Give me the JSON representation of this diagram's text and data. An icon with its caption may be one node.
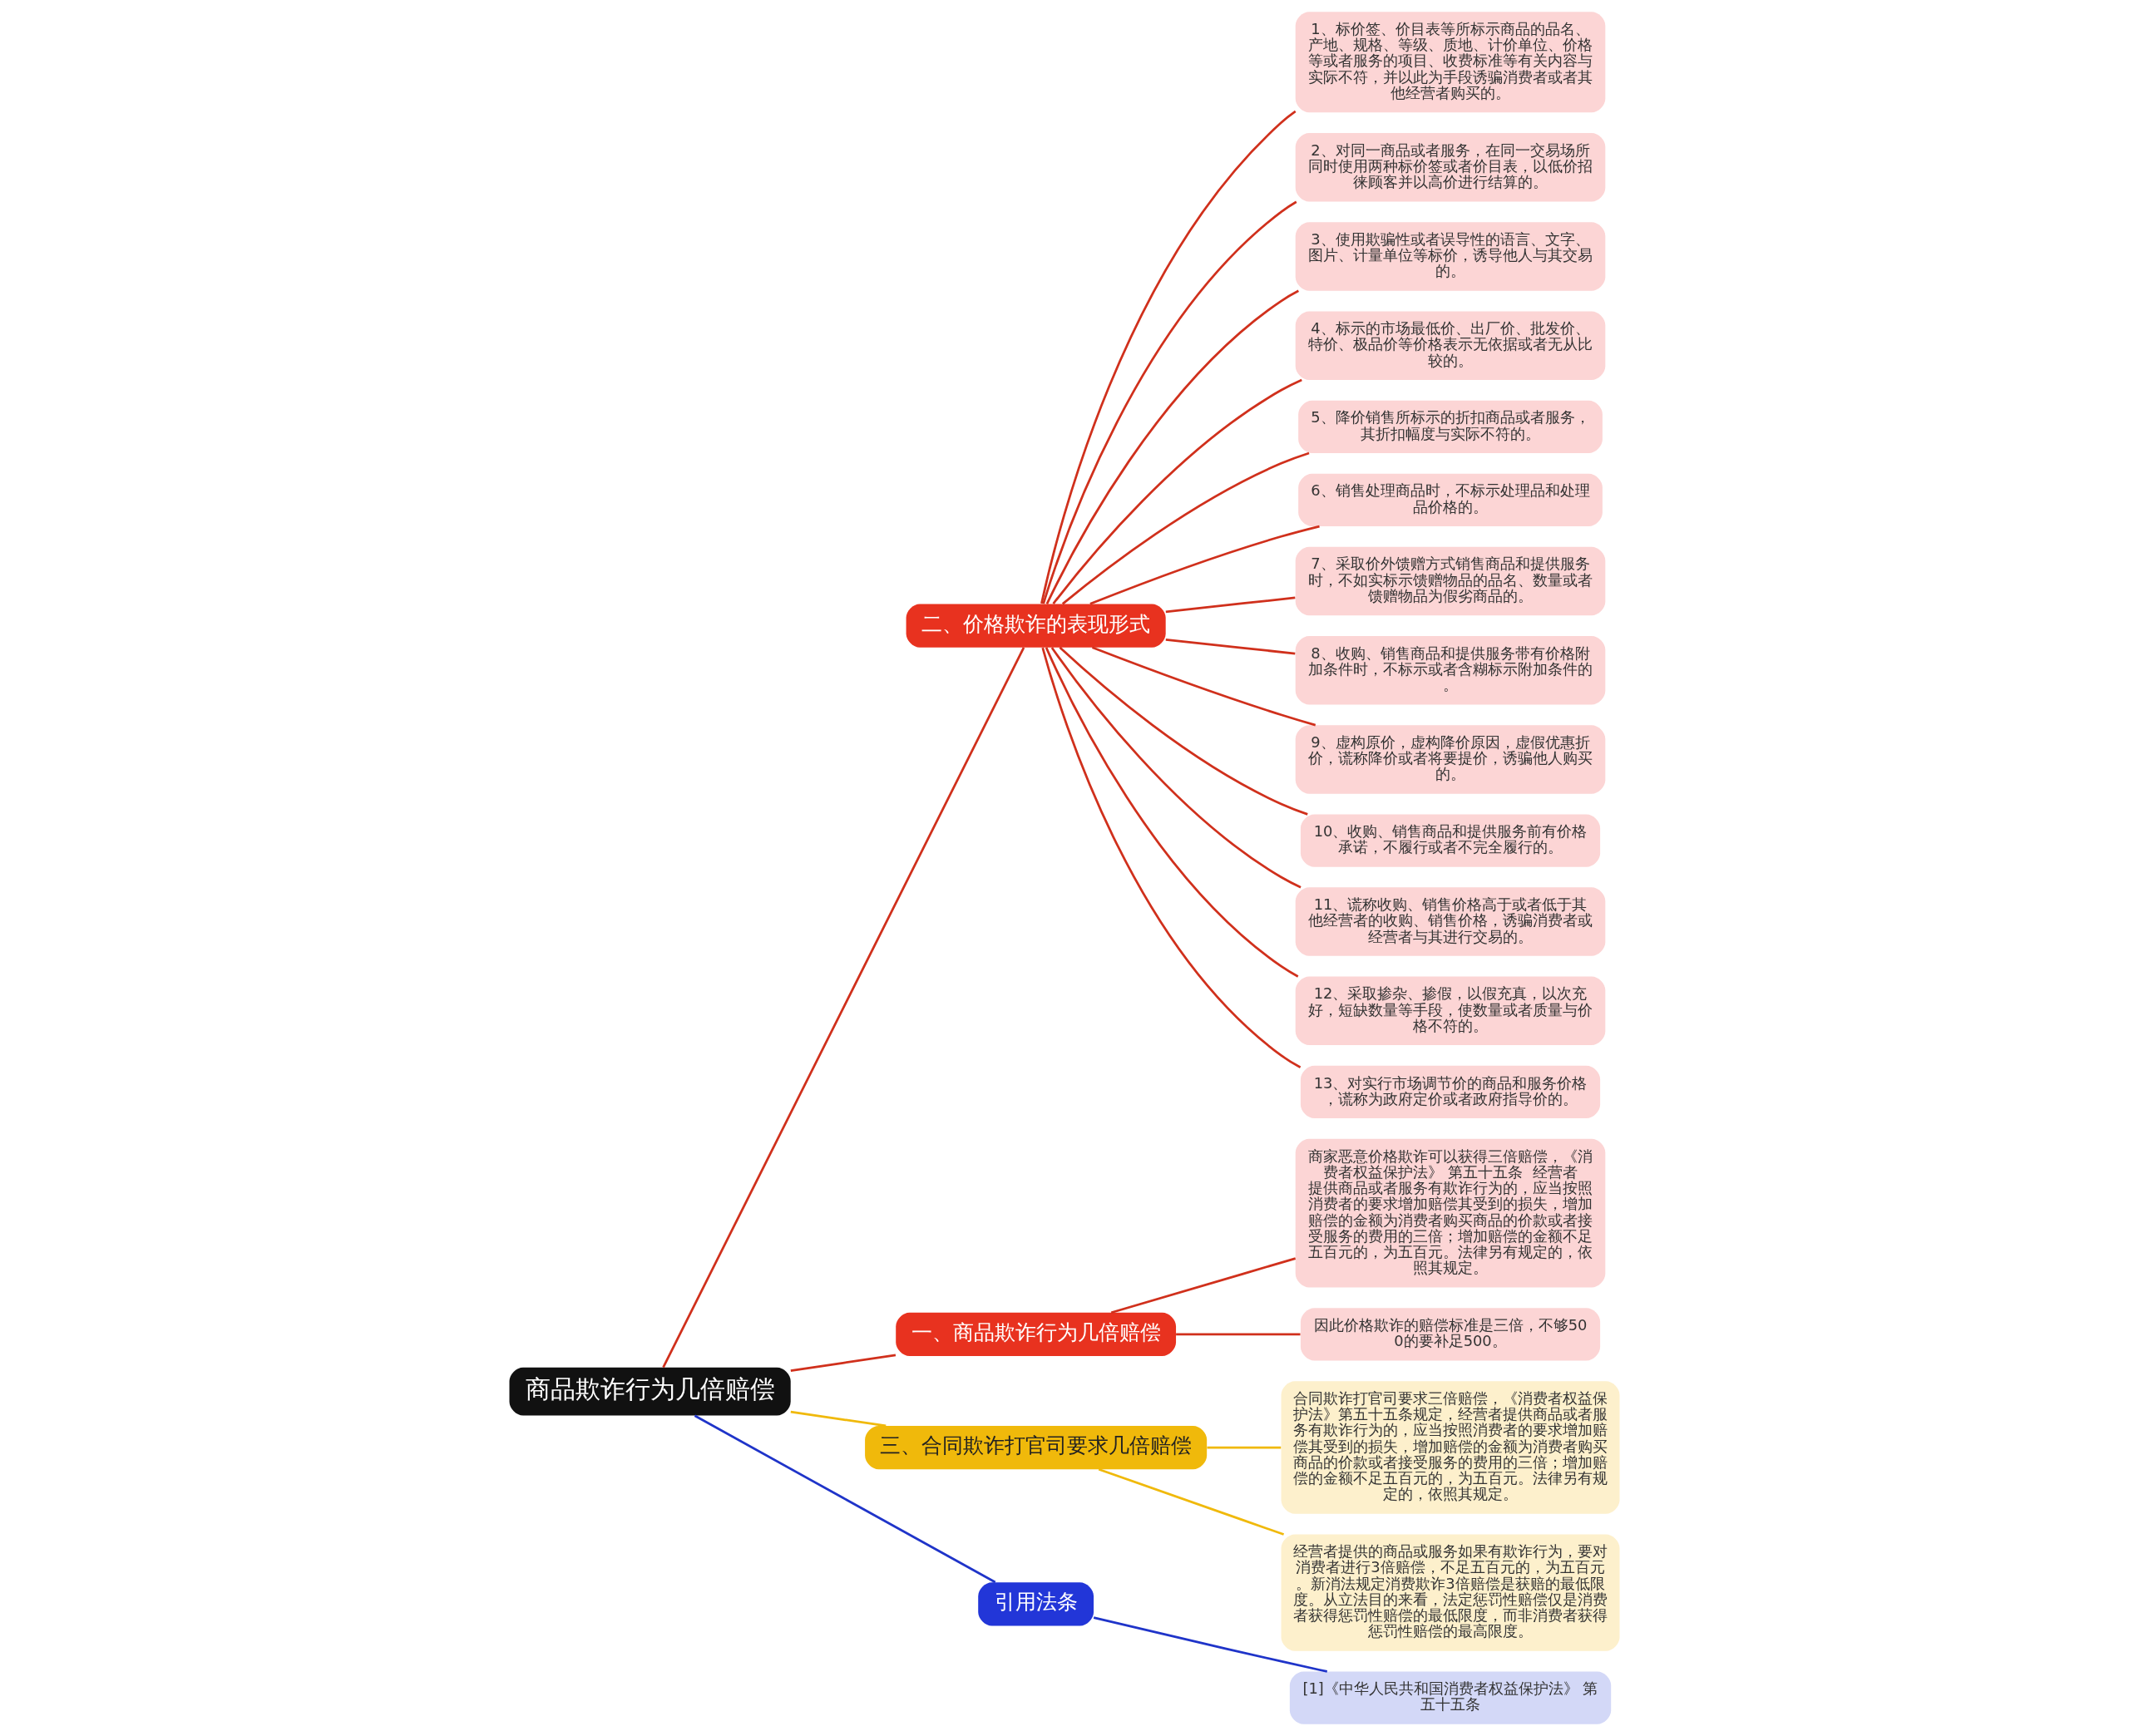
{
  "diagram": {
    "nodes": [
      {
        "text": [
          "商品欺诈行为几倍赔偿"
        ]
      },
      {
        "text": [
          "二、价格欺诈的表现形式"
        ]
      },
      {
        "text": [
          "1、标价签、价目表等所标示商品的品名、产地、规格、等级、质地、计价单位、价格等或者服务的项目、收费标准等有关内容与实际不符，并以此为手段诱骗消费者或者其他经营者购买的。"
        ]
      },
      {
        "text": [
          "2、对同一商品或者服务，在同一交易场所同时使用两种标价签或者价目表，以低价招徕顾客并以高价进行结算的。"
        ]
      },
      {
        "text": [
          "3、使用欺骗性或者误导性的语言、文字、图片、计量单位等标价，诱导他人与其交易的。"
        ]
      },
      {
        "text": [
          "4、标示的市场最低价、出厂价、批发价、特价、极品价等价格表示无依据或者无从比较的。"
        ]
      },
      {
        "text": [
          "5、降价销售所标示的折扣商品或者服务，其折扣幅度与实际不符的。"
        ]
      },
      {
        "text": [
          "6、销售处理商品时，不标示处理品和处理品价格的。"
        ]
      },
      {
        "text": [
          "7、采取价外馈赠方式销售商品和提供服务时，不如实标示馈赠物品的品名、数量或者馈赠物品为假劣商品的。"
        ]
      },
      {
        "text": [
          "8、收购、销售商品和提供服务带有价格附加条件时，不标示或者含糊标示附加条件的。"
        ]
      },
      {
        "text": [
          "9、虚构原价，虚构降价原因，虚假优惠折价，谎称降价或者将要提价，诱骗他人购买的。"
        ]
      },
      {
        "text": [
          "10、收购、销售商品和提供服务前有价格承诺，不履行或者不完全履行的。"
        ]
      },
      {
        "text": [
          "11、谎称收购、销售价格高于或者低于其他经营者的收购、销售价格，诱骗消费者或经营者与其进行交易的。"
        ]
      },
      {
        "text": [
          "12、采取掺杂、掺假，以假充真，以次充好，短缺数量等手段，使数量或者质量与价格不符的。"
        ]
      },
      {
        "text": [
          "13、对实行市场调节价的商品和服务价格，谎称为政府定价或者政府指导价的。"
        ]
      },
      {
        "text": [
          "一、商品欺诈行为几倍赔偿"
        ]
      },
      {
        "text": [
          "商家恶意价格欺诈可以获得三倍赔偿，《消费者权益保护法》 第五十五条  经营者提供商品或者服务有欺诈行为的，应当按照消费者的要求增加赔偿其受到的损失，增加赔偿的金额为消费者购买商品的价款或者接受服务的费用的三倍；增加赔偿的金额不足五百元的，为五百元。法律另有规定的，依照其规定。"
        ]
      },
      {
        "text": [
          "因此价格欺诈的赔偿标准是三倍，不够500的要补足500。"
        ]
      },
      {
        "text": [
          "三、合同欺诈打官司要求几倍赔偿"
        ]
      },
      {
        "text": [
          "合同欺诈打官司要求三倍赔偿，《消费者权益保护法》第五十五条规定，经营者提供商品或者服务有欺诈行为的，应当按照消费者的要求增加赔偿其受到的损失，增加赔偿的金额为消费者购买商品的价款或者接受服务的费用的三倍；增加赔偿的金额不足五百元的，为五百元。法律另有规定的，依照其规定。"
        ]
      },
      {
        "text": [
          "经营者提供的商品或服务如果有欺诈行为，要对消费者进行3倍赔偿，不足五百元的，为五百元。新消法规定消费欺诈3倍赔偿是获赔的最低限度。从立法目的来看，法定惩罚性赔偿仅是消费者获得惩罚性赔偿的最低限度，而非消费者获得惩罚性赔偿的最高限度。"
        ]
      },
      {
        "text": [
          "引用法条"
        ]
      },
      {
        "text": [
          "[1]《中华人民共和国消费者权益保护法》 第五十五条"
        ]
      }
    ],
    "edges": [
      {
        "from": 0,
        "to": 1,
        "arrow": "none"
      },
      {
        "from": 1,
        "to": 2,
        "arrow": "none"
      },
      {
        "from": 1,
        "to": 3,
        "arrow": "none"
      },
      {
        "from": 1,
        "to": 4,
        "arrow": "none"
      },
      {
        "from": 1,
        "to": 5,
        "arrow": "none"
      },
      {
        "from": 1,
        "to": 6,
        "arrow": "none"
      },
      {
        "from": 1,
        "to": 7,
        "arrow": "none"
      },
      {
        "from": 1,
        "to": 8,
        "arrow": "none"
      },
      {
        "from": 1,
        "to": 9,
        "arrow": "none"
      },
      {
        "from": 1,
        "to": 10,
        "arrow": "none"
      },
      {
        "from": 1,
        "to": 11,
        "arrow": "none"
      },
      {
        "from": 1,
        "to": 12,
        "arrow": "none"
      },
      {
        "from": 1,
        "to": 13,
        "arrow": "none"
      },
      {
        "from": 1,
        "to": 14,
        "arrow": "none"
      },
      {
        "from": 0,
        "to": 15,
        "arrow": "none"
      },
      {
        "from": 15,
        "to": 16,
        "arrow": "none"
      },
      {
        "from": 15,
        "to": 17,
        "arrow": "none"
      },
      {
        "from": 0,
        "to": 18,
        "arrow": "none",
        "color": "#f0b90b"
      },
      {
        "from": 18,
        "to": 19,
        "arrow": "none",
        "color": "#f0b90b"
      },
      {
        "from": 18,
        "to": 20,
        "arrow": "none",
        "color": "#f0b90b"
      },
      {
        "from": 0,
        "to": 21,
        "arrow": "none",
        "color": "#1f34c9"
      },
      {
        "from": 21,
        "to": 22,
        "arrow": "none",
        "color": "#1f34c9"
      }
    ]
  }
}
